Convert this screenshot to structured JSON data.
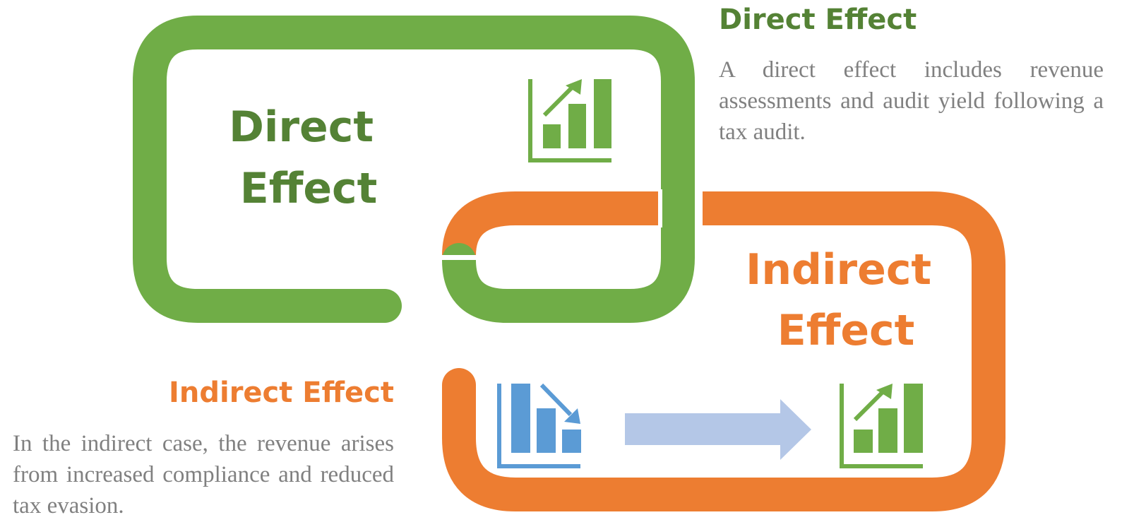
{
  "colors": {
    "green": "#70AD47",
    "green_dark": "#548235",
    "orange": "#ED7D31",
    "blue": "#5B9BD5",
    "arrow_light": "#B4C7E7",
    "text_gray": "#808080"
  },
  "diagram": {
    "direct_label": [
      "Direct",
      "Effect"
    ],
    "indirect_label": [
      "Indirect",
      "Effect"
    ],
    "icons": [
      "bar-chart-up-icon",
      "bar-chart-down-icon",
      "right-arrow-icon",
      "bar-chart-up-icon"
    ]
  },
  "direct": {
    "heading": "Direct Effect",
    "description": "A direct effect includes revenue assessments and audit yield following a tax audit."
  },
  "indirect": {
    "heading": "Indirect Effect",
    "description": "In the indirect case, the revenue arises from increased compliance and reduced tax evasion."
  }
}
